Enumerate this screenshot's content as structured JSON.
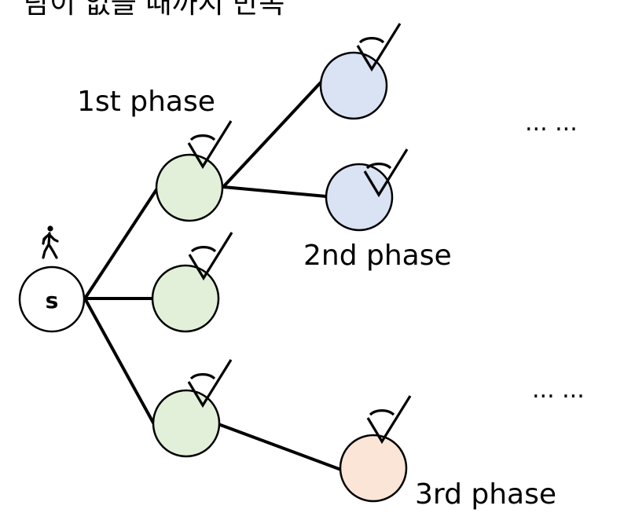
{
  "title": "탐이 없을 때까지 반복",
  "labels": {
    "phase1": "1st phase",
    "phase2": "2nd phase",
    "phase3": "3rd phase",
    "dots_top": "... ...",
    "dots_bottom": "... ..."
  },
  "start_node": {
    "label": "s",
    "color": "#ffffff"
  },
  "node_colors": {
    "phase1": "#e2f0d9",
    "phase2": "#dae3f3",
    "phase3": "#fbe5d6"
  },
  "icons": {
    "visited": "visited-check-icon",
    "walker": "walking-person-icon"
  }
}
